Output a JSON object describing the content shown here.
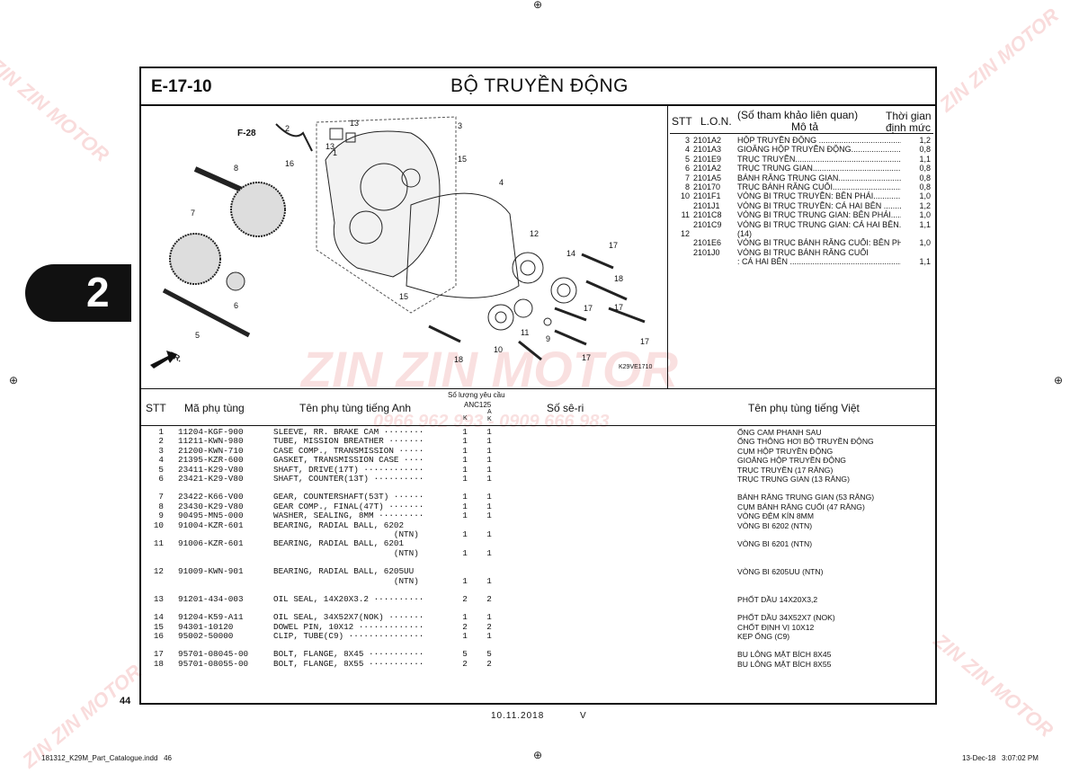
{
  "page": {
    "code": "E-17-10",
    "title": "BỘ TRUYỀN ĐỘNG",
    "page_number": "44",
    "section_tab": "2",
    "date": "10.11.2018",
    "version": "V",
    "footer_file": "181312_K29M_Part_Catalogue.indd   46",
    "footer_time": "13-Dec-18   3:07:02 PM",
    "watermark_brand": "ZIN ZIN MOTOR",
    "watermark_phone": "0966 962 993 - 0909 666 983",
    "diagram_code": "K29VE1710"
  },
  "diagram": {
    "ref_label": "F-28",
    "fr_label": "FR.",
    "callouts": [
      "1",
      "2",
      "3",
      "4",
      "5",
      "6",
      "7",
      "8",
      "9",
      "10",
      "11",
      "12",
      "13",
      "13",
      "14",
      "15",
      "15",
      "16",
      "17",
      "17",
      "17",
      "17",
      "17",
      "18",
      "18"
    ]
  },
  "ref_table": {
    "headers": {
      "stt": "STT",
      "lon": "L.O.N.",
      "desc_top": "(Số tham khảo liên quan)",
      "desc": "Mô tả",
      "time_top": "Thời gian",
      "time": "định mức"
    },
    "rows": [
      {
        "stt": "3",
        "lon": "2101A2",
        "desc": "HỘP TRUYỀN ĐỘNG .........................................",
        "time": "1,2"
      },
      {
        "stt": "4",
        "lon": "2101A3",
        "desc": "GIOĂNG HỘP TRUYỀN ĐỘNG.........................",
        "time": "0,8"
      },
      {
        "stt": "5",
        "lon": "2101E9",
        "desc": "TRỤC TRUYỀN.......................................................",
        "time": "1,1"
      },
      {
        "stt": "6",
        "lon": "2101A2",
        "desc": "TRỤC TRUNG GIAN..............................................",
        "time": "0,8"
      },
      {
        "stt": "7",
        "lon": "2101A5",
        "desc": "BÁNH RĂNG TRUNG GIAN.................................",
        "time": "0,8"
      },
      {
        "stt": "8",
        "lon": "210170",
        "desc": "TRỤC BÁNH RĂNG CUỐI....................................",
        "time": "0,8"
      },
      {
        "stt": "10",
        "lon": "2101F1",
        "desc": "VÒNG BI TRỤC TRUYỀN: BÊN PHẢI..............",
        "time": "1,0"
      },
      {
        "stt": "",
        "lon": "2101J1",
        "desc": "VÒNG BI TRỤC TRUYỀN: CẢ HAI BÊN ............",
        "time": "1,2"
      },
      {
        "stt": "11",
        "lon": "2101C8",
        "desc": "VÒNG BI TRỤC TRUNG GIAN: BÊN PHẢI.......",
        "time": "1,0"
      },
      {
        "stt": "",
        "lon": "2101C9",
        "desc": "VÒNG BI TRỤC TRUNG GIAN: CẢ HAI BÊN....",
        "time": "1,1"
      },
      {
        "stt": "12",
        "lon": "",
        "desc": "(14)",
        "time": ""
      },
      {
        "stt": "",
        "lon": "2101E6",
        "desc": "VÒNG BI TRỤC BÁNH RĂNG CUỐI: BÊN PHẢI",
        "time": "1,0"
      },
      {
        "stt": "",
        "lon": "2101J0",
        "desc": "VÒNG BI TRỤC BÁNH RĂNG CUỐI",
        "time": ""
      },
      {
        "stt": "",
        "lon": "",
        "desc": ": CẢ HAI BÊN ........................................................",
        "time": "1,1"
      }
    ]
  },
  "parts_table": {
    "headers": {
      "stt": "STT",
      "part_no": "Mã phụ tùng",
      "name_en": "Tên phụ tùng tiếng Anh",
      "qty": "Số lượng yêu cầu",
      "model": "ANC125",
      "col_k": "K",
      "col_a": "A\nK",
      "serial": "Số sê-ri",
      "name_vi": "Tên phụ tùng tiếng Việt"
    },
    "rows": [
      {
        "stt": "1",
        "part_no": "11204-KGF-900",
        "name_en": "SLEEVE, RR. BRAKE CAM ········",
        "q1": "1",
        "q2": "1",
        "name_vi": "ỐNG CAM PHANH SAU"
      },
      {
        "stt": "2",
        "part_no": "11211-KWN-980",
        "name_en": "TUBE, MISSION BREATHER ·······",
        "q1": "1",
        "q2": "1",
        "name_vi": "ỐNG THÔNG HƠI BỘ TRUYỀN ĐỘNG"
      },
      {
        "stt": "3",
        "part_no": "21200-KWN-710",
        "name_en": "CASE COMP., TRANSMISSION ·····",
        "q1": "1",
        "q2": "1",
        "name_vi": "CỤM HỘP TRUYỀN ĐỘNG"
      },
      {
        "stt": "4",
        "part_no": "21395-KZR-600",
        "name_en": "GASKET, TRANSMISSION CASE ····",
        "q1": "1",
        "q2": "1",
        "name_vi": "GIOĂNG HỘP TRUYỀN ĐỘNG"
      },
      {
        "stt": "5",
        "part_no": "23411-K29-V80",
        "name_en": "SHAFT, DRIVE(17T) ············",
        "q1": "1",
        "q2": "1",
        "name_vi": "TRỤC TRUYỀN (17 RĂNG)"
      },
      {
        "stt": "6",
        "part_no": "23421-K29-V80",
        "name_en": "SHAFT, COUNTER(13T) ··········",
        "q1": "1",
        "q2": "1",
        "name_vi": "TRỤC TRUNG GIAN (13 RĂNG)"
      },
      {
        "stt": "7",
        "part_no": "23422-K66-V00",
        "name_en": "GEAR, COUNTERSHAFT(53T) ······",
        "q1": "1",
        "q2": "1",
        "name_vi": "BÁNH RĂNG TRUNG GIAN (53 RĂNG)"
      },
      {
        "stt": "8",
        "part_no": "23430-K29-V80",
        "name_en": "GEAR COMP., FINAL(47T) ·······",
        "q1": "1",
        "q2": "1",
        "name_vi": "CỤM BÁNH RĂNG CUỐI (47 RĂNG)"
      },
      {
        "stt": "9",
        "part_no": "90495-MN5-000",
        "name_en": "WASHER, SEALING, 8MM ·········",
        "q1": "1",
        "q2": "1",
        "name_vi": "VÒNG ĐỆM KÍN 8MM"
      },
      {
        "stt": "10",
        "part_no": "91004-KZR-601",
        "name_en": "BEARING, RADIAL BALL, 6202\n                        (NTN)",
        "q1": "1",
        "q2": "1",
        "name_vi": "VÒNG BI 6202 (NTN)"
      },
      {
        "stt": "11",
        "part_no": "91006-KZR-601",
        "name_en": "BEARING, RADIAL BALL, 6201\n                        (NTN)",
        "q1": "1",
        "q2": "1",
        "name_vi": "VÒNG BI 6201 (NTN)"
      },
      {
        "stt": "12",
        "part_no": "91009-KWN-901",
        "name_en": "BEARING, RADIAL BALL, 6205UU\n                        (NTN)",
        "q1": "1",
        "q2": "1",
        "name_vi": "VÒNG BI 6205UU (NTN)"
      },
      {
        "stt": "13",
        "part_no": "91201-434-003",
        "name_en": "OIL SEAL, 14X20X3.2 ··········",
        "q1": "2",
        "q2": "2",
        "name_vi": "PHỐT DẦU 14X20X3,2"
      },
      {
        "stt": "14",
        "part_no": "91204-K59-A11",
        "name_en": "OIL SEAL, 34X52X7(NOK) ·······",
        "q1": "1",
        "q2": "1",
        "name_vi": "PHỐT DẦU 34X52X7 (NOK)"
      },
      {
        "stt": "15",
        "part_no": "94301-10120",
        "name_en": "DOWEL PIN, 10X12 ·············",
        "q1": "2",
        "q2": "2",
        "name_vi": "CHỐT ĐỊNH VỊ 10X12"
      },
      {
        "stt": "16",
        "part_no": "95002-50000",
        "name_en": "CLIP, TUBE(C9) ···············",
        "q1": "1",
        "q2": "1",
        "name_vi": "KẸP ỐNG (C9)"
      },
      {
        "stt": "17",
        "part_no": "95701-08045-00",
        "name_en": "BOLT, FLANGE, 8X45 ···········",
        "q1": "5",
        "q2": "5",
        "name_vi": "BU LÔNG MẶT BÍCH 8X45"
      },
      {
        "stt": "18",
        "part_no": "95701-08055-00",
        "name_en": "BOLT, FLANGE, 8X55 ···········",
        "q1": "2",
        "q2": "2",
        "name_vi": "BU LÔNG MẶT BÍCH 8X55"
      }
    ]
  }
}
